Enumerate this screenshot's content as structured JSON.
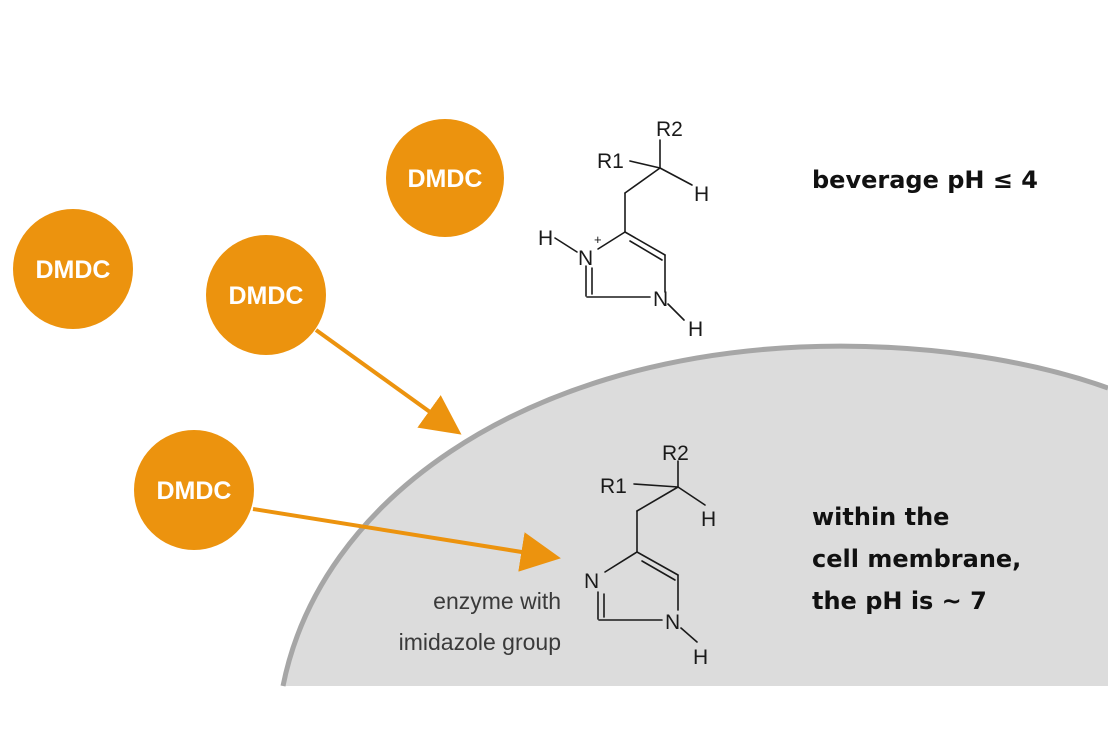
{
  "colors": {
    "dmdc_orange": "#ec930e",
    "cell_fill": "#dcdcdc",
    "cell_outline": "#a6a6a6",
    "text_dark": "#111111"
  },
  "molecules": [
    {
      "label": "DMDC"
    },
    {
      "label": "DMDC"
    },
    {
      "label": "DMDC"
    },
    {
      "label": "DMDC"
    }
  ],
  "outside": {
    "note": "beverage pH ≤ 4",
    "structure": {
      "r1": "R1",
      "r2": "R2",
      "h_chain": "H",
      "h_n_plus": "H",
      "n_plus": "N",
      "plus_sign": "+",
      "n_ring": "N",
      "h_ring": "H"
    }
  },
  "inside": {
    "note_lines": [
      "within the",
      "cell membrane,",
      "the pH is ~ 7"
    ],
    "structure": {
      "r1": "R1",
      "r2": "R2",
      "h_chain": "H",
      "n_left": "N",
      "n_ring": "N",
      "h_ring": "H"
    },
    "enzyme_label_lines": [
      "enzyme with",
      "imidazole group"
    ]
  }
}
